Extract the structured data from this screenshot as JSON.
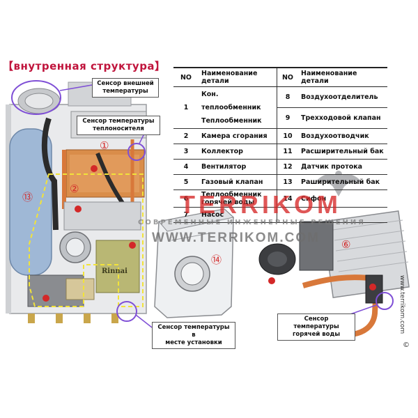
{
  "title": "【внутренная  структура】",
  "table": {
    "headers": [
      "NO",
      "Наименование детали",
      "NO",
      "Наименование детали"
    ],
    "rows": [
      {
        "no1": "1",
        "name1": "Кон. теплообменник\nТеплообменник",
        "no2a": "8",
        "name2a": "Воздухоотделитель",
        "no2b": "9",
        "name2b": "Трехходовой клапан"
      },
      {
        "no1": "2",
        "name1": "Камера сгорания",
        "no2": "10",
        "name2": "Воздухоотводчик"
      },
      {
        "no1": "3",
        "name1": "Коллектор",
        "no2": "11",
        "name2": "Расширительный бак"
      },
      {
        "no1": "4",
        "name1": "Вентилятор",
        "no2": "12",
        "name2": "Датчик протока"
      },
      {
        "no1": "5",
        "name1": "Газовый клапан",
        "no2": "13",
        "name2": "Раширительный бак"
      },
      {
        "no1": "6",
        "name1": "Теплообменник\nгорячей воды",
        "no2": "14",
        "name2": "Сифон"
      },
      {
        "no1": "7",
        "name1": "Насос",
        "no2": "",
        "name2": ""
      }
    ]
  },
  "callouts": {
    "outdoor_sensor": "Сенсор внешней\nтемпературы",
    "coolant_sensor": "Сенсор температуры\nтеплоносителя",
    "install_sensor": "Сенсор температуры в\nместе установки",
    "dhw_sensor": "Сенсор температуры\nгорячей воды"
  },
  "markers": {
    "m1": "①",
    "m2": "②",
    "m6": "⑥",
    "m13": "⑬",
    "m14": "⑭"
  },
  "device": {
    "brand_plate": "Rinnai"
  },
  "watermark": {
    "brand": "TERRIKOM",
    "tagline": "СОВРЕМЕННЫЕ ИНЖЕНЕРНЫЕ РЕШЕНИЯ",
    "site": "WWW.TERRIKOM.COM",
    "side": "www.terrikom.com",
    "copyright": "©"
  },
  "colors": {
    "title": "#c0143c",
    "callout_line": "#7f4fd6",
    "dashed_outline": "#f2e33a",
    "pipe": "#d8783a"
  }
}
